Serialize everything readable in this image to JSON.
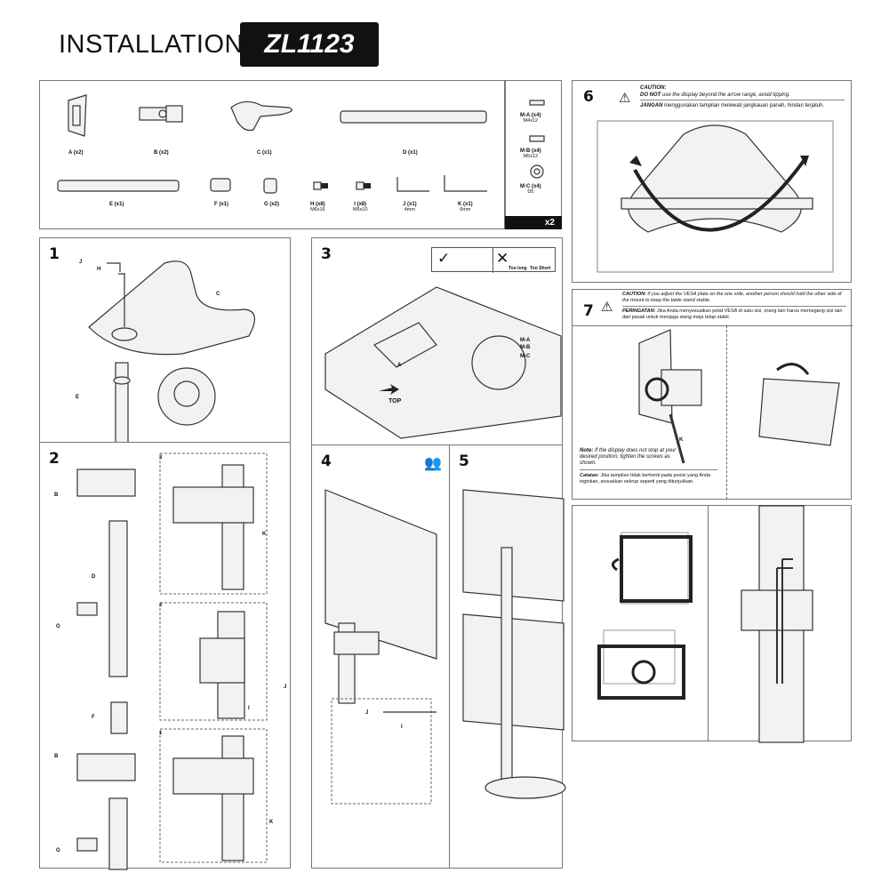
{
  "header": {
    "title": "INSTALLATION",
    "model": "ZL1123"
  },
  "parts": {
    "items": [
      {
        "label": "A (x2)"
      },
      {
        "label": "B (x2)"
      },
      {
        "label": "C (x1)"
      },
      {
        "label": "D (x1)"
      },
      {
        "label": "E (x1)"
      },
      {
        "label": "F (x1)"
      },
      {
        "label": "G (x2)"
      },
      {
        "label": "H (x8)",
        "spec": "M6x16"
      },
      {
        "label": "I (x8)",
        "spec": "M6x10"
      },
      {
        "label": "J (x1)",
        "spec": "4mm"
      },
      {
        "label": "K (x1)",
        "spec": "6mm"
      }
    ],
    "hardware": [
      {
        "label": "M-A (x4)",
        "spec": "M4x12"
      },
      {
        "label": "M-B (x4)",
        "spec": "M5x12"
      },
      {
        "label": "M-C (x4)",
        "spec": "D5"
      }
    ],
    "multiplier": "x2"
  },
  "steps": {
    "s1": {
      "num": "1",
      "labels": [
        "J",
        "H",
        "C",
        "E"
      ]
    },
    "s2": {
      "num": "2",
      "labels": [
        "B",
        "D",
        "G",
        "F",
        "B",
        "G",
        "K",
        "J",
        "I",
        "K"
      ],
      "sub": [
        "3",
        "2",
        "1"
      ]
    },
    "s3": {
      "num": "3",
      "labels": [
        "A",
        "M-A",
        "M-B",
        "M-C",
        "TOP"
      ],
      "too_long": "Too long",
      "too_short": "Too Short"
    },
    "s4": {
      "num": "4",
      "labels": [
        "J",
        "I"
      ]
    },
    "s5": {
      "num": "5"
    },
    "s6": {
      "num": "6",
      "caution_title": "CAUTION:",
      "caution_bold": "DO NOT",
      "caution_text": " use the display beyond the arrow range, avoid tipping.",
      "local_bold": "JANGAN",
      "local_text": " menggunakan tampilan melewati jangkauan panah, hindari terjatuh."
    },
    "s7": {
      "num": "7",
      "caution_title": "CAUTION:",
      "caution_text": " If you adjust the VESA plate on the one side, another person should hold the other side of the mount to keep the table stand stable.",
      "local_bold": "PERINGATAN:",
      "local_text": " Jika Anda menyesuaikan pelat VESA di satu sisi, orang lain harus memegang sisi lain dari pasak untuk menjaga stang meja tetap stabil.",
      "note_bold": "Note:",
      "note_text": " If the display does not stop at your desired position, tighten the screws as shown.",
      "catatan_bold": "Catatan:",
      "catatan_text": " Jika tampilan tidak berhenti pada posisi yang Anda inginkan, sesuaikan sekrup seperti yang ditunjukkan.",
      "label_k": "K"
    }
  }
}
